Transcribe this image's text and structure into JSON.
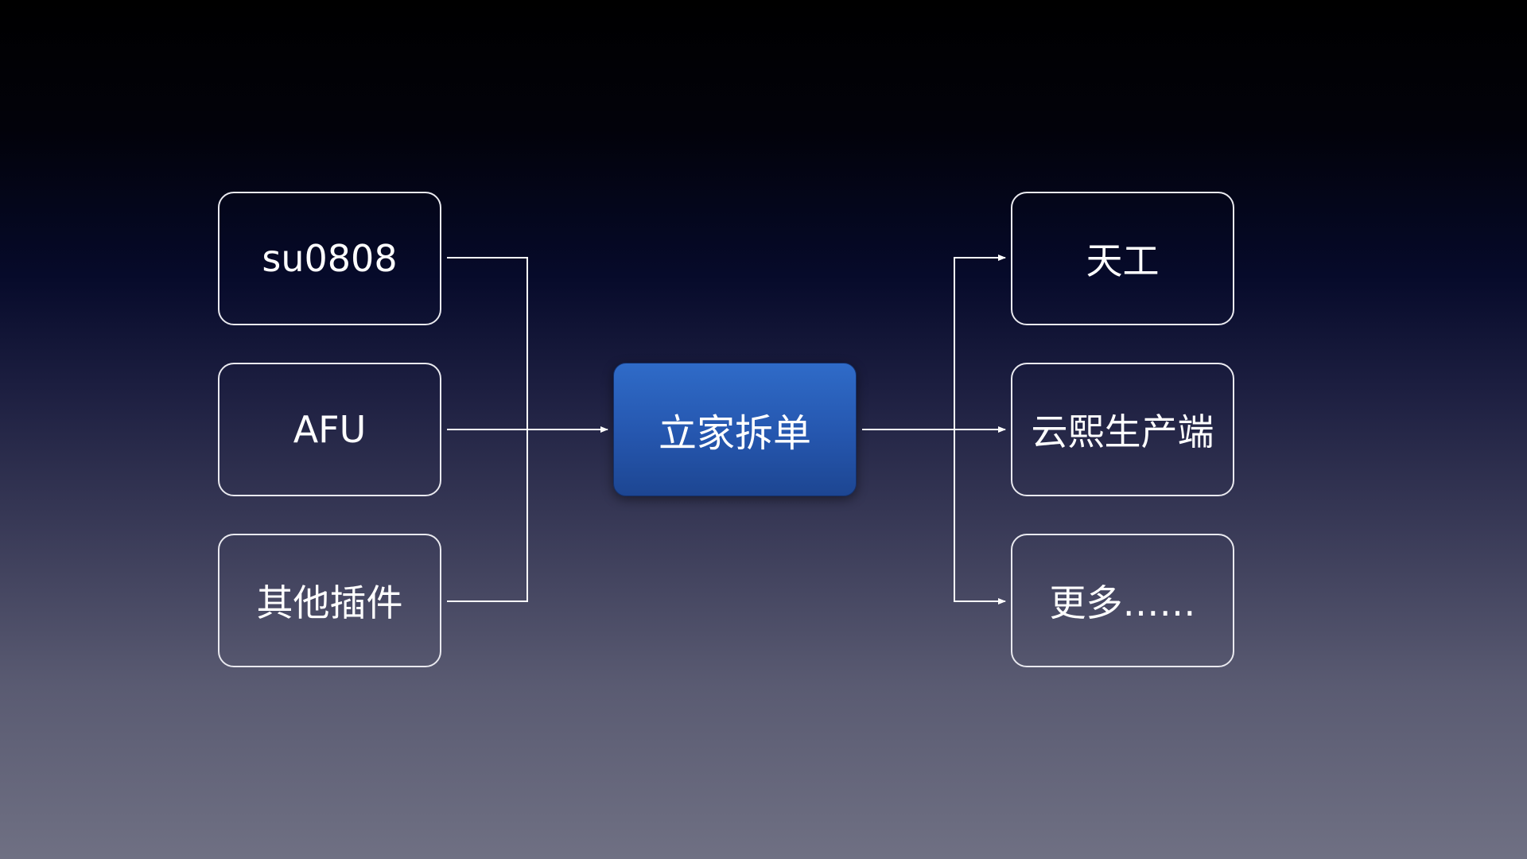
{
  "diagram": {
    "center": {
      "label": "立家拆单"
    },
    "sources": [
      {
        "label": "su0808"
      },
      {
        "label": "AFU"
      },
      {
        "label": "其他插件"
      }
    ],
    "targets": [
      {
        "label": "天工"
      },
      {
        "label": "云熙生产端"
      },
      {
        "label": "更多……"
      }
    ]
  },
  "colors": {
    "center_fill": "#2a5fbe",
    "box_border": "#e9e9ef",
    "line": "#ffffff",
    "background_top": "#000000",
    "background_bottom": "#6f7083"
  }
}
